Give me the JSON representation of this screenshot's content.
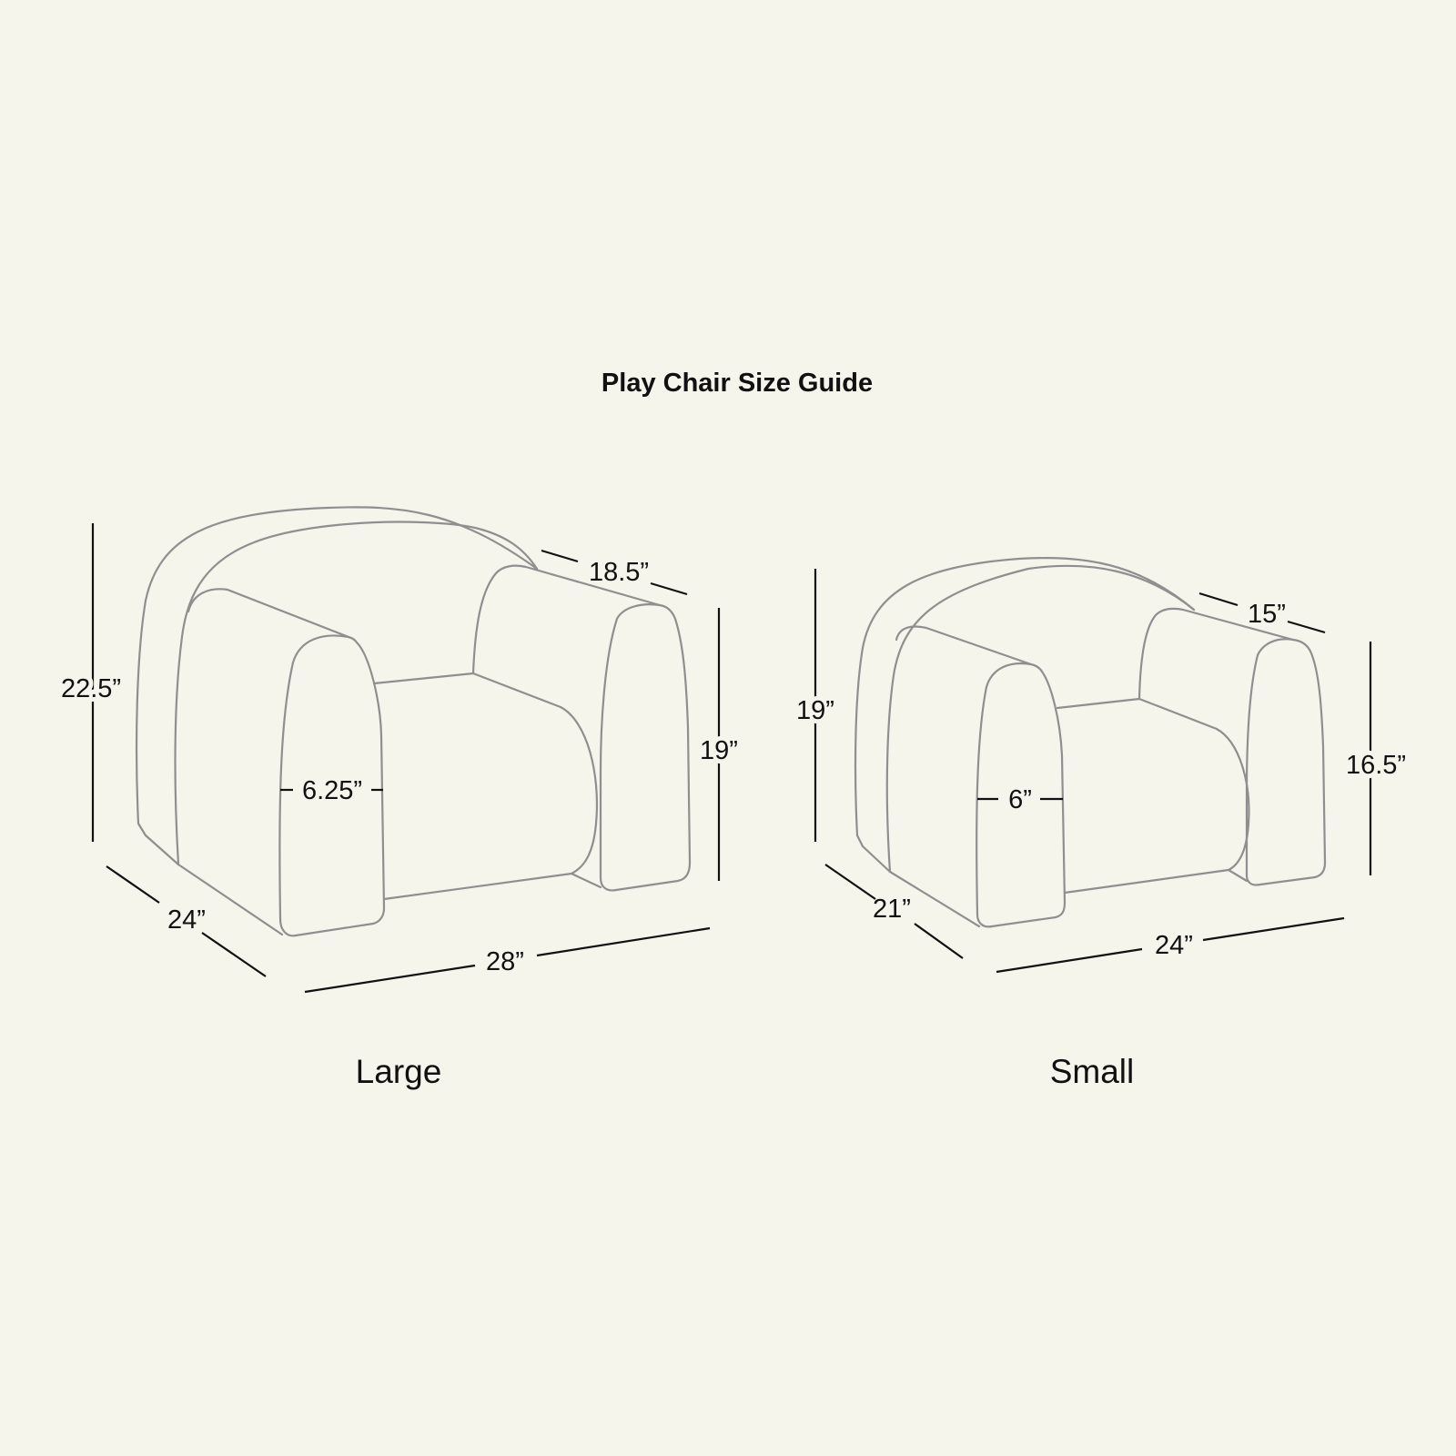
{
  "title": "Play Chair Size Guide",
  "colors": {
    "background": "#f6f5ec",
    "outline": "#8f8f8f",
    "ink": "#111111"
  },
  "chairs": {
    "large": {
      "label": "Large",
      "dimensions": {
        "height": "22.5”",
        "arm_height": "19”",
        "back_depth": "18.5”",
        "depth": "24”",
        "width": "28”",
        "arm_width": "6.25”"
      }
    },
    "small": {
      "label": "Small",
      "dimensions": {
        "height": "19”",
        "arm_height": "16.5”",
        "back_depth": "15”",
        "depth": "21”",
        "width": "24”",
        "arm_width": "6”"
      }
    }
  }
}
